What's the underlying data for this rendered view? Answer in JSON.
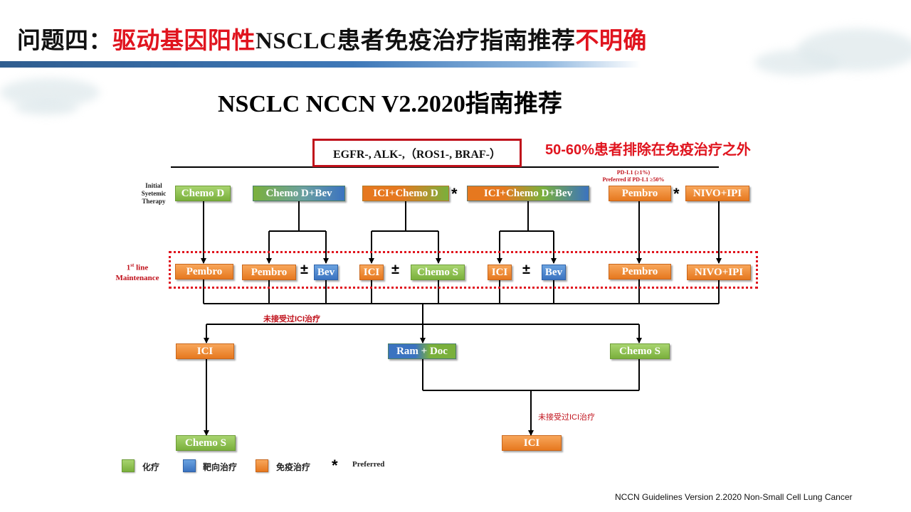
{
  "slide": {
    "title": {
      "prefix": "问题四：",
      "red_a": "驱动基因阳性",
      "nsclc": "NSCLC",
      "middle": "患者免疫治疗指南推荐",
      "red_b": "不明确"
    },
    "subtitle": "NSCLC NCCN V2.2020指南推荐",
    "footer": "NCCN Guidelines Version 2.2020 Non-Small Cell Lung Cancer"
  },
  "diagram": {
    "mutation_box": "EGFR-, ALK-,（ROS1-, BRAF-）",
    "stat_note": "50-60%患者排除在免疫治疗之外",
    "row_labels": {
      "initial": [
        "Initial",
        "Syetemic",
        "Therapy"
      ],
      "maintenance_sup": "st",
      "maintenance_a": "1",
      "maintenance_b": " line",
      "maintenance_c": "Maintenance"
    },
    "pdl1_note": [
      "PD-L1 (≥1%)",
      "Preferred if PD-L1 ≥50%"
    ],
    "initial_nodes": [
      {
        "label": "Chemo D",
        "kind": "chemo"
      },
      {
        "label": "Chemo D+Bev",
        "kind": "chemo-target"
      },
      {
        "label": "ICI+Chemo D",
        "kind": "ici-chemo"
      },
      {
        "label": "ICI+Chemo D+Bev",
        "kind": "ici-chemo-bev"
      },
      {
        "label": "Pembro",
        "kind": "immuno"
      },
      {
        "label": "NIVO+IPI",
        "kind": "immuno"
      }
    ],
    "maintenance_nodes": [
      {
        "label": "Pembro",
        "kind": "immuno"
      },
      {
        "label": "Pembro",
        "kind": "immuno"
      },
      {
        "label": "Bev",
        "kind": "target"
      },
      {
        "label": "ICI",
        "kind": "immuno"
      },
      {
        "label": "Chemo S",
        "kind": "chemo"
      },
      {
        "label": "ICI",
        "kind": "immuno"
      },
      {
        "label": "Bev",
        "kind": "target"
      },
      {
        "label": "Pembro",
        "kind": "immuno"
      },
      {
        "label": "NIVO+IPI",
        "kind": "immuno"
      }
    ],
    "plus_minus": "±",
    "star": "*",
    "second_line_note": "未接受过ICI治疗",
    "second_line_nodes": [
      {
        "label": "ICI",
        "kind": "immuno"
      },
      {
        "label": "Ram + Doc",
        "kind": "ram-doc"
      },
      {
        "label": "Chemo S",
        "kind": "chemo"
      }
    ],
    "third_line_note": "未接受过ICI治疗",
    "third_line_nodes": [
      {
        "label": "Chemo S",
        "kind": "chemo"
      },
      {
        "label": "ICI",
        "kind": "immuno"
      }
    ],
    "legend": [
      {
        "label": "化疗",
        "color": "#7ab03c"
      },
      {
        "label": "靶向治疗",
        "color": "#3b73c0"
      },
      {
        "label": "免疫治疗",
        "color": "#e6781f"
      },
      {
        "label": "Preferred",
        "symbol": "*"
      }
    ]
  },
  "colors": {
    "accent_red": "#e0141e",
    "chemo_green": "#7ab03c",
    "target_blue": "#3b73c0",
    "immuno_orange": "#e6781f"
  }
}
